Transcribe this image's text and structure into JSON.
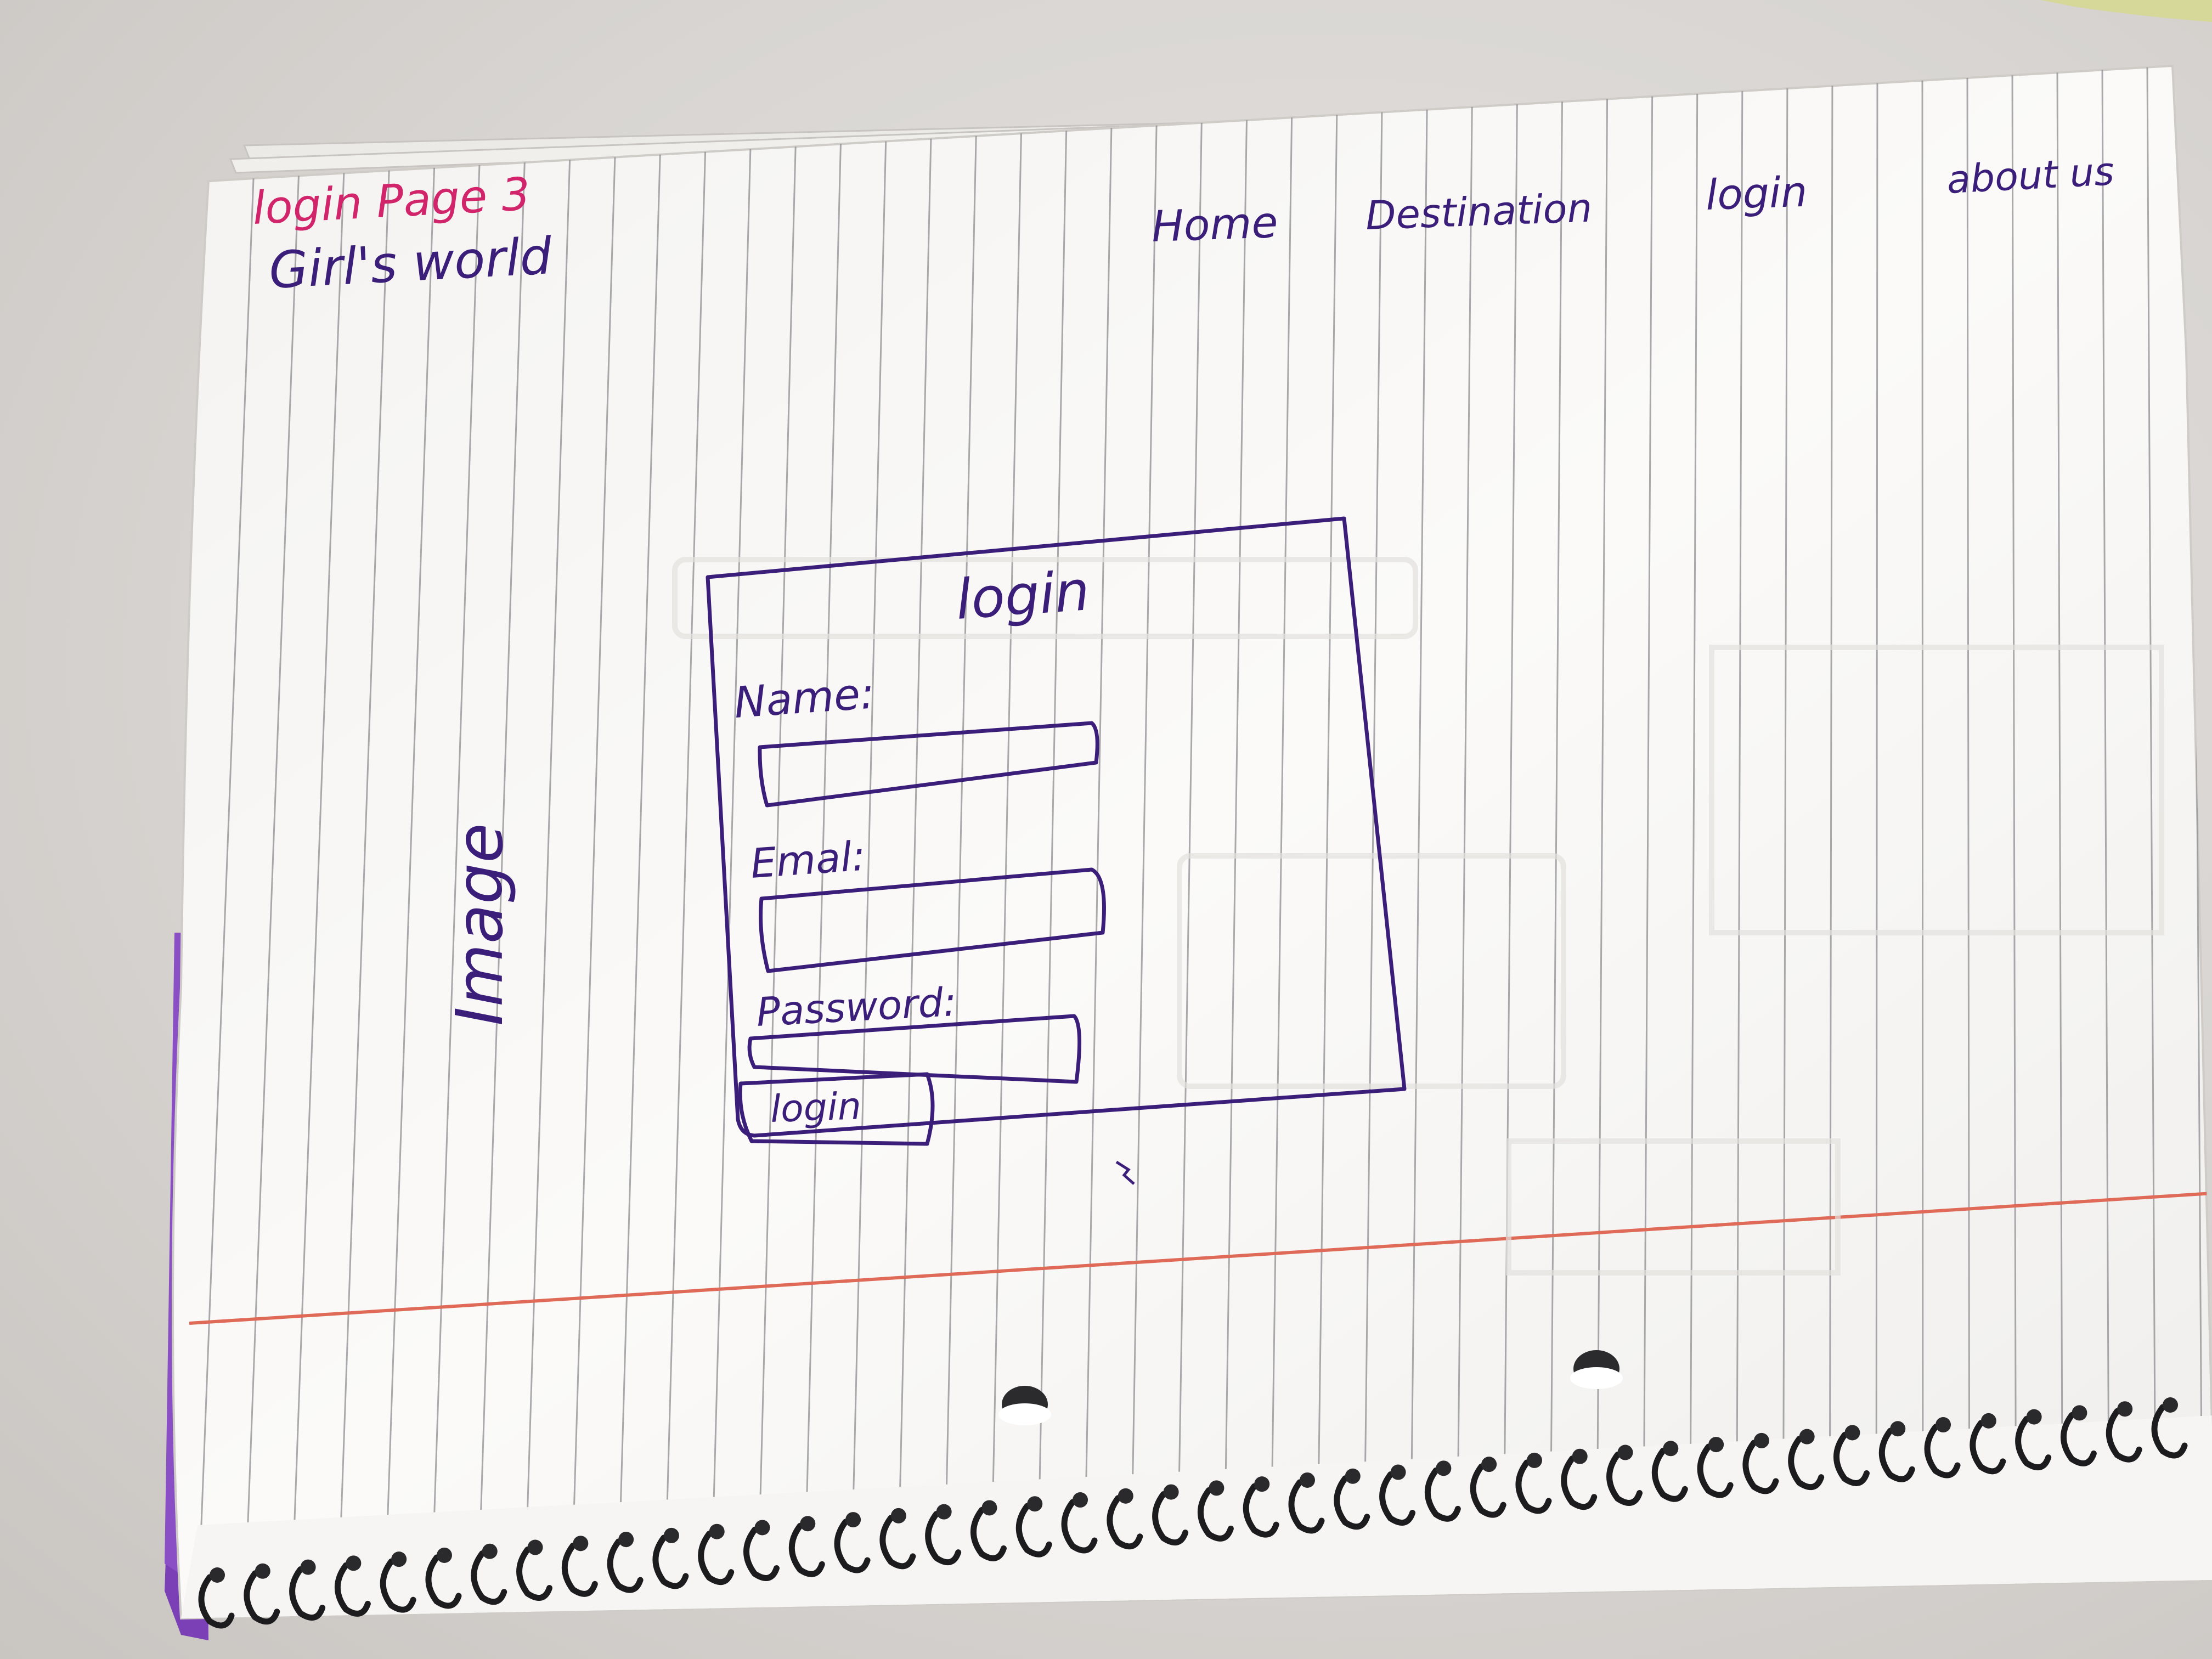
{
  "note": {
    "page_label": "login Page 3",
    "site_title": "Girl's world"
  },
  "nav": {
    "items": [
      {
        "label": "Home"
      },
      {
        "label": "Destination"
      },
      {
        "label": "login"
      },
      {
        "label": "about us"
      }
    ]
  },
  "side": {
    "image_label": "Image"
  },
  "login_box": {
    "heading": "login",
    "name_label": "Name:",
    "email_label": "Emal:",
    "password_label": "Password:",
    "button_label": "login"
  },
  "colors": {
    "ink_purple": "#3a1e7a",
    "ink_pink": "#d2246a",
    "paper": "#f7f6f4",
    "rule_line": "#8e8e92",
    "margin_line": "#e06a58",
    "cover_purple": "#7b3fb6",
    "spiral": "#1c1c1e"
  }
}
